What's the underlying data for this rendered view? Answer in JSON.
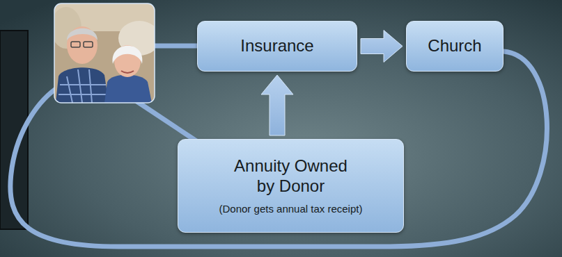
{
  "diagram": {
    "nodes": [
      {
        "text": [
          "Insurance"
        ]
      },
      {
        "text": [
          "Church"
        ]
      },
      {
        "text": [
          "Annuity Owned by Donor",
          "(Donor gets annual tax receipt)"
        ]
      }
    ],
    "edges": [
      {
        "from": 0,
        "to": 1,
        "arrow": "to"
      },
      {
        "from": 2,
        "to": 0,
        "arrow": "to"
      }
    ]
  }
}
